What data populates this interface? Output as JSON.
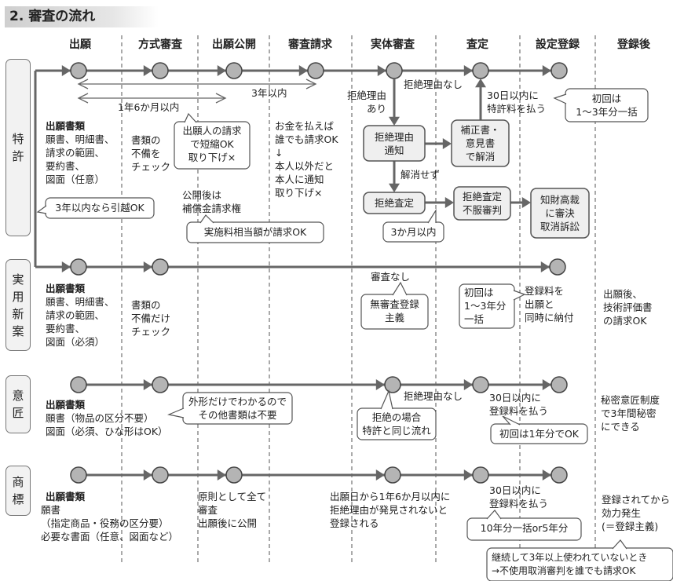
{
  "title": "2. 審査の流れ",
  "columns": [
    "出願",
    "方式審査",
    "出願公開",
    "審査請求",
    "実体審査",
    "査定",
    "設定登録",
    "登録後"
  ],
  "colors": {
    "line": "#666666",
    "node": "#b4b4b4",
    "box": "#efefef"
  },
  "rows": {
    "patent": {
      "label": "特\n許",
      "period_3y": "3年以内",
      "period_18m": "1年6か月以内",
      "docs_title": "出願書類",
      "docs": "願書、明細書、\n請求の範囲、\n要約書、\n図面（任意）",
      "formal_check": "書類の\n不備を\nチェック",
      "early_pub_callout": "出願人の請求\nで短縮OK\n取り下げ×",
      "exam_request": "お金を払えば\n誰でも請求OK\n↓\n本人以外だと\n本人に通知\n取り下げ×",
      "post_pub": "公開後は\n補償金請求権",
      "royalty_callout": "実施料相当額が請求OK",
      "transfer_callout": "3年以内なら引越OK",
      "reason_yes": "拒絶理由\nあり",
      "reason_no": "拒絶理由なし",
      "notice_box": "拒絶理由\n通知",
      "amend_box": "補正書・\n意見書\nで解消",
      "pay_fee": "30日以内に\n特許料を払う",
      "first_fee_callout": "初回は\n1〜3年分一括",
      "unresolved": "解消せず",
      "rejection_box": "拒絶査定",
      "appeal_box": "拒絶査定\n不服審判",
      "court_box": "知財高裁\nに審決\n取消訴訟",
      "appeal_deadline_callout": "3か月以内"
    },
    "utility": {
      "label": "実\n用\n新\n案",
      "docs_title": "出願書類",
      "docs": "願書、明細書、\n請求の範囲、\n要約書、\n図面（必須）",
      "formal_check": "書類の\n不備だけ\nチェック",
      "no_exam": "審査なし",
      "no_exam_callout": "無審査登録\n主義",
      "first_fee_callout": "初回は\n1〜3年分\n一括",
      "fee_note": "登録料を\n出願と\n同時に納付",
      "after": "出願後、\n技術評価書\nの請求OK"
    },
    "design": {
      "label": "意\n匠",
      "docs_title": "出願書類",
      "docs": "願書（物品の区分不要）\n図面（必須、ひな形はOK）",
      "docs_callout": "外形だけでわかるので\nその他書類は不要",
      "reason_no": "拒絶理由なし",
      "reject_callout": "拒絶の場合\n特許と同じ流れ",
      "pay_fee": "30日以内に\n登録料を払う",
      "first_fee_callout": "初回は1年分でOK",
      "after": "秘密意匠制度\nで3年間秘密\nにできる"
    },
    "trademark": {
      "label": "商\n標",
      "docs_title": "出願書類",
      "docs": "願書\n（指定商品・役務の区分要）\n必要な書面（任意、図面など）",
      "formal": "原則として全て\n審査\n出願後に公開",
      "exam": "出願日から1年6か月以内に\n拒絶理由が発見されないと\n登録される",
      "pay_fee": "30日以内に\n登録料を払う",
      "fee_callout": "10年分一括or5年分",
      "after": "登録されてから\n効力発生\n(＝登録主義)",
      "nonuse_callout": "継続して3年以上使われていないとき\n→不使用取消審判を誰でも請求OK"
    }
  }
}
